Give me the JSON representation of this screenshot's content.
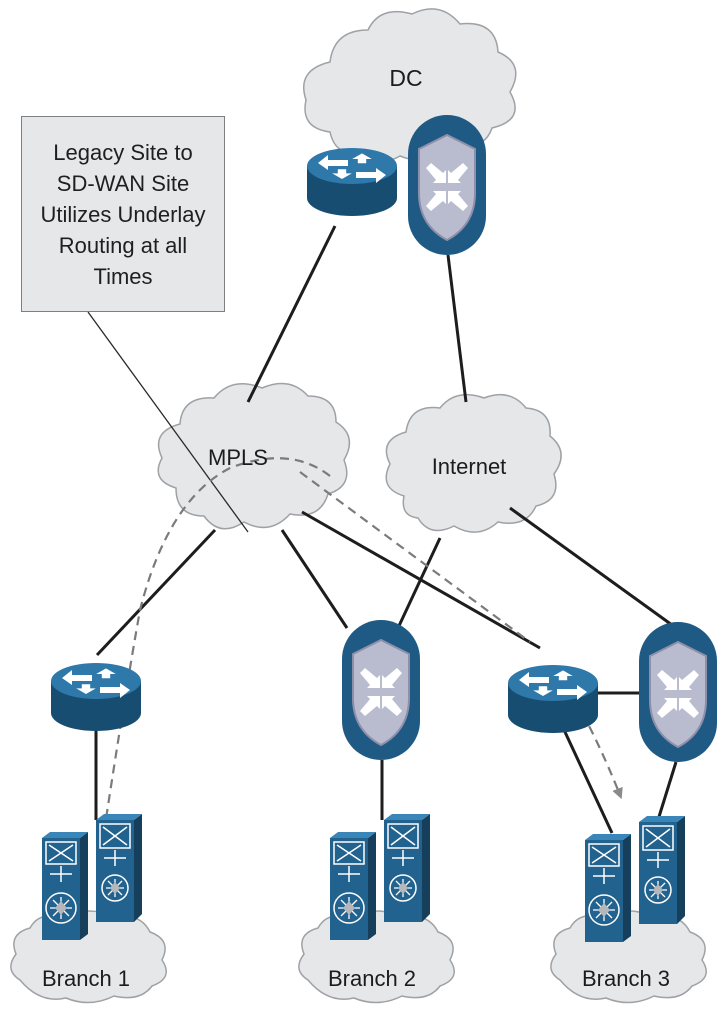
{
  "callout": {
    "text": "Legacy Site to SD-WAN Site Utilizes Underlay Routing at all Times"
  },
  "clouds": {
    "dc": "DC",
    "mpls": "MPLS",
    "internet": "Internet",
    "branch1": "Branch 1",
    "branch2": "Branch 2",
    "branch3": "Branch 3"
  },
  "colors": {
    "device_blue": "#1f5a84",
    "shield_fill": "#b7b9cc",
    "cloud_fill": "#e6e7e9",
    "callout_fill": "#e6e7e8"
  },
  "icons": [
    "router-icon",
    "sd-wan-shield-icon",
    "switch-stack-icon",
    "cloud-icon"
  ]
}
